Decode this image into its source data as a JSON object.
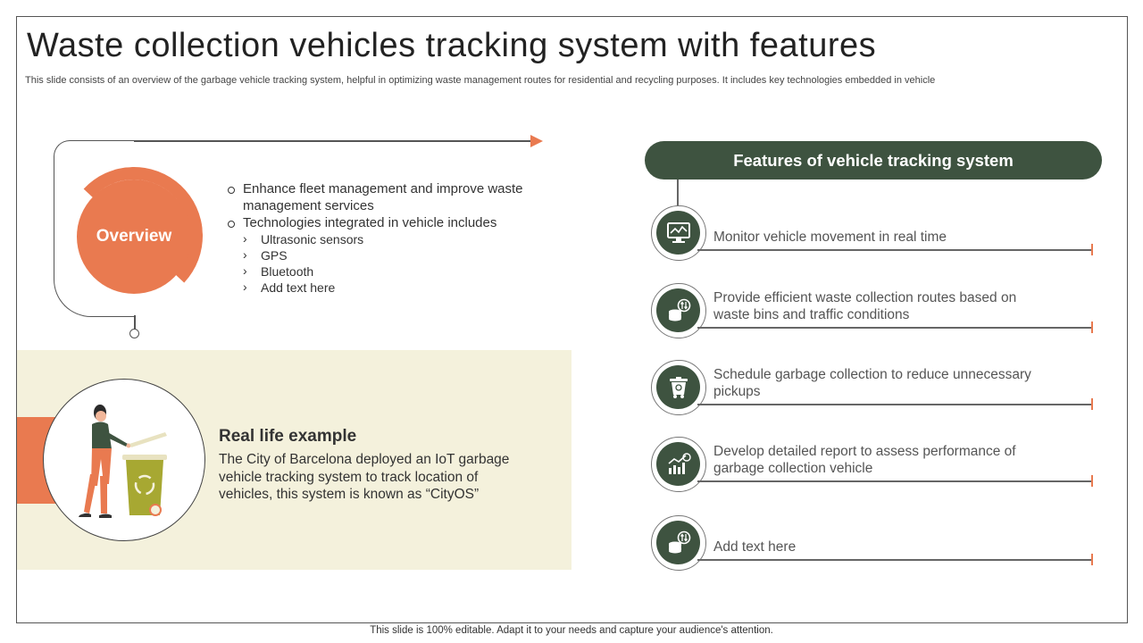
{
  "title": "Waste collection vehicles tracking system with features",
  "subtitle": "This slide consists of an overview of the garbage vehicle tracking system, helpful in optimizing waste management routes for residential and recycling purposes. It includes key technologies embedded in vehicle",
  "overview": {
    "label": "Overview",
    "bullets": [
      "Enhance fleet management and improve waste management services",
      "Technologies integrated in vehicle includes"
    ],
    "sub_items": [
      "Ultrasonic sensors",
      "GPS",
      "Bluetooth",
      "Add text here"
    ]
  },
  "real_life": {
    "heading": "Real life example",
    "body": "The City of Barcelona deployed an IoT garbage vehicle tracking system to track location of vehicles, this system is known as “CityOS”"
  },
  "features": {
    "header": "Features of vehicle tracking system",
    "items": [
      {
        "text": "Monitor vehicle movement in real time",
        "icon": "monitor-chart-icon"
      },
      {
        "text": "Provide efficient waste collection routes based on waste bins and traffic conditions",
        "icon": "coins-arrows-icon"
      },
      {
        "text": "Schedule garbage collection to reduce unnecessary pickups",
        "icon": "garbage-bin-icon"
      },
      {
        "text": "Develop detailed report to assess performance of garbage collection vehicle",
        "icon": "growth-chart-icon"
      },
      {
        "text": "Add text here",
        "icon": "coins-arrows-icon"
      }
    ]
  },
  "footer": "This slide is 100% editable. Adapt it to your needs and capture your audience's attention.",
  "colors": {
    "accent": "#e97a50",
    "dark_green": "#3e5340",
    "panel": "#f4f1dc"
  }
}
